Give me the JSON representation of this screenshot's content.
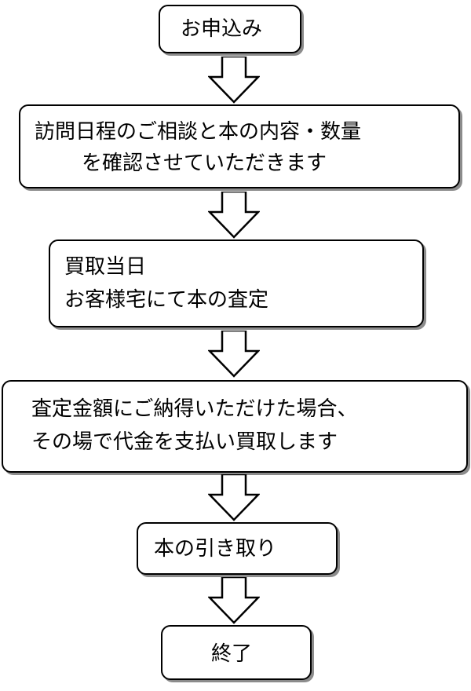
{
  "steps": [
    {
      "id": "application",
      "lines": [
        "お申込み"
      ]
    },
    {
      "id": "schedule-confirm",
      "lines": [
        "訪問日程のご相談と本の内容・数量",
        "を確認させていただきます"
      ]
    },
    {
      "id": "appraisal-day",
      "lines": [
        "買取当日",
        "お客様宅にて本の査定"
      ]
    },
    {
      "id": "payment",
      "lines": [
        "査定金額にご納得いただけた場合、",
        "その場で代金を支払い買取します"
      ]
    },
    {
      "id": "pickup",
      "lines": [
        "本の引き取り"
      ]
    },
    {
      "id": "end",
      "lines": [
        "終了"
      ]
    }
  ],
  "colors": {
    "border": "#000000",
    "background": "#ffffff",
    "text": "#000000"
  }
}
